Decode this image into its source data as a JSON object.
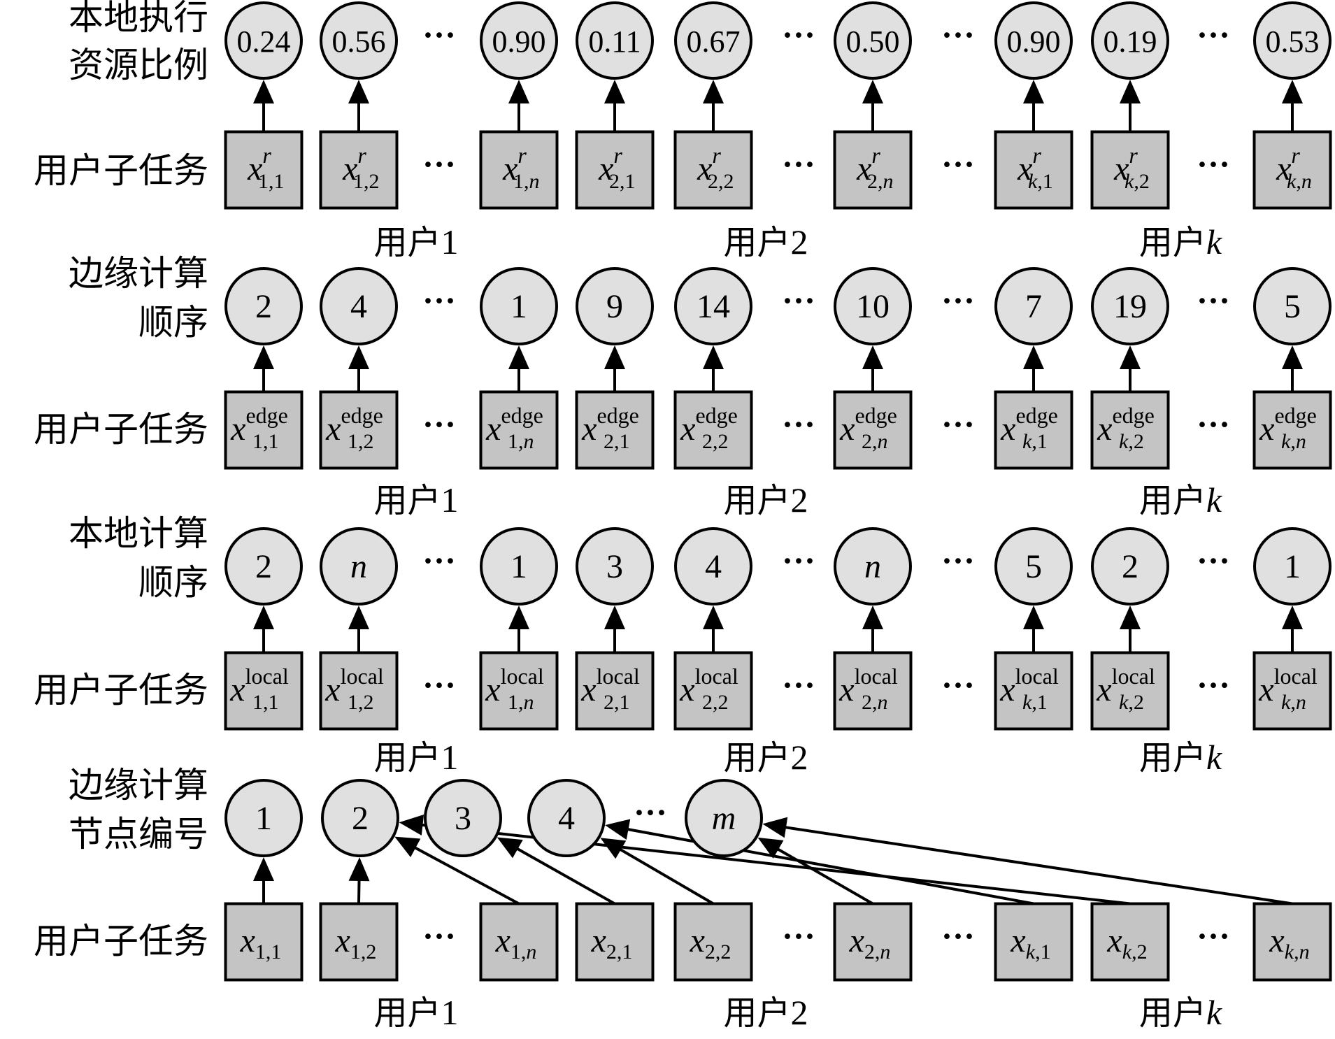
{
  "sections": [
    {
      "id": "resource-ratio",
      "label_lines": [
        "本地执行",
        "资源比例"
      ],
      "task_label": "用户子任务",
      "sup": "r",
      "values": [
        "0.24",
        "0.56",
        "0.90",
        "0.11",
        "0.67",
        "0.50",
        "0.90",
        "0.19",
        "0.53"
      ],
      "value_italic": [
        false,
        false,
        false,
        false,
        false,
        false,
        false,
        false,
        false
      ]
    },
    {
      "id": "edge-order",
      "label_lines": [
        "边缘计算",
        "顺序"
      ],
      "task_label": "用户子任务",
      "sup": "edge",
      "values": [
        "2",
        "4",
        "1",
        "9",
        "14",
        "10",
        "7",
        "19",
        "5"
      ],
      "value_italic": [
        false,
        false,
        false,
        false,
        false,
        false,
        false,
        false,
        false
      ]
    },
    {
      "id": "local-order",
      "label_lines": [
        "本地计算",
        "顺序"
      ],
      "task_label": "用户子任务",
      "sup": "local",
      "values": [
        "2",
        "n",
        "1",
        "3",
        "4",
        "n",
        "5",
        "2",
        "1"
      ],
      "value_italic": [
        false,
        true,
        false,
        false,
        false,
        true,
        false,
        false,
        false
      ]
    }
  ],
  "task_subscripts": [
    {
      "main": "1",
      "sec": "1"
    },
    {
      "main": "1",
      "sec": "2"
    },
    {
      "main": "1",
      "sec": "n"
    },
    {
      "main": "2",
      "sec": "1"
    },
    {
      "main": "2",
      "sec": "2"
    },
    {
      "main": "2",
      "sec": "n"
    },
    {
      "main": "k",
      "sec": "1"
    },
    {
      "main": "k",
      "sec": "2"
    },
    {
      "main": "k",
      "sec": "n"
    }
  ],
  "task_var": "x",
  "dots": "···",
  "users": [
    {
      "prefix": "用户",
      "id": "1"
    },
    {
      "prefix": "用户",
      "id": "2"
    },
    {
      "prefix": "用户",
      "id": "k"
    }
  ],
  "node_section": {
    "label_lines": [
      "边缘计算",
      "节点编号"
    ],
    "task_label": "用户子任务",
    "nodes": [
      "1",
      "2",
      "3",
      "4",
      "m"
    ],
    "node_italic": [
      false,
      false,
      false,
      false,
      true
    ],
    "mapping": [
      1,
      2,
      2,
      3,
      4,
      5,
      4,
      2,
      5
    ]
  }
}
